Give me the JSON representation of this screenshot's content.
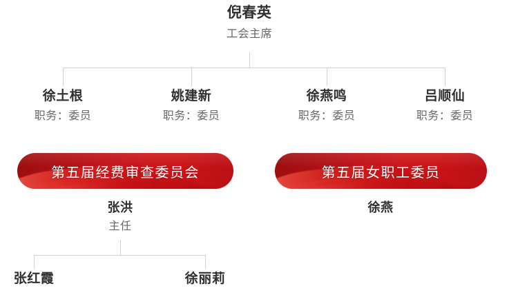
{
  "chart": {
    "type": "org-chart",
    "root": {
      "name": "倪春英",
      "title": "工会主席"
    },
    "members": [
      {
        "name": "徐土根",
        "title": "职务：委员"
      },
      {
        "name": "姚建新",
        "title": "职务：委员"
      },
      {
        "name": "徐燕鸣",
        "title": "职务：委员"
      },
      {
        "name": "吕顺仙",
        "title": "职务：委员"
      }
    ],
    "banners": [
      {
        "label": "第五届经费审查委员会",
        "color": "#c8131a"
      },
      {
        "label": "第五届女职工委员",
        "color": "#c8131a"
      }
    ],
    "finance_head": {
      "name": "张洪",
      "title": "主任"
    },
    "women_head": {
      "name": "徐燕"
    },
    "finance_members": [
      {
        "name": "张红霞"
      },
      {
        "name": "徐丽莉"
      }
    ]
  },
  "colors": {
    "text_primary": "#2f2f2f",
    "text_secondary": "#666666",
    "connector": "#d0d0d0",
    "banner_red_dark": "#9c0d0d",
    "banner_red_bright": "#cc1418",
    "background": "#ffffff"
  }
}
